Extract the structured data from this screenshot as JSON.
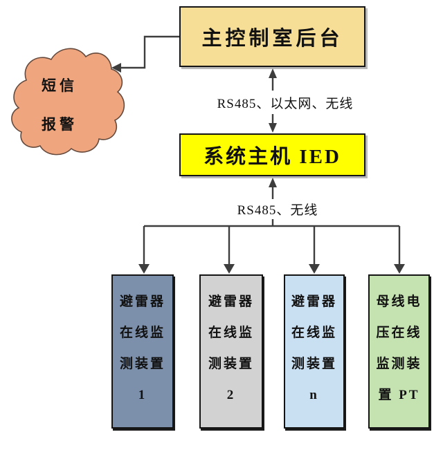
{
  "diagram": {
    "top_box": {
      "label": "主控制室后台",
      "fill": "#F6DE96"
    },
    "cloud": {
      "line1": "短信",
      "line2": "报警",
      "fill": "#EFA67F",
      "stroke": "#64493C"
    },
    "link_top": {
      "label": "RS485、以太网、无线"
    },
    "ied_box": {
      "label": "系统主机 IED",
      "fill": "#FFFF00"
    },
    "link_bottom": {
      "label": "RS485、无线"
    },
    "devices": [
      {
        "lines": [
          "避雷器",
          "在线监",
          "测装置",
          "1"
        ],
        "fill": "#7C90AB"
      },
      {
        "lines": [
          "避雷器",
          "在线监",
          "测装置",
          "2"
        ],
        "fill": "#D2D2D2"
      },
      {
        "lines": [
          "避雷器",
          "在线监",
          "测装置",
          "n"
        ],
        "fill": "#C9DFF2"
      },
      {
        "lines": [
          "母线电",
          "压在线",
          "监测装",
          "置 PT"
        ],
        "fill": "#C5E3B1"
      }
    ],
    "line_color": "#3d3d3d"
  }
}
